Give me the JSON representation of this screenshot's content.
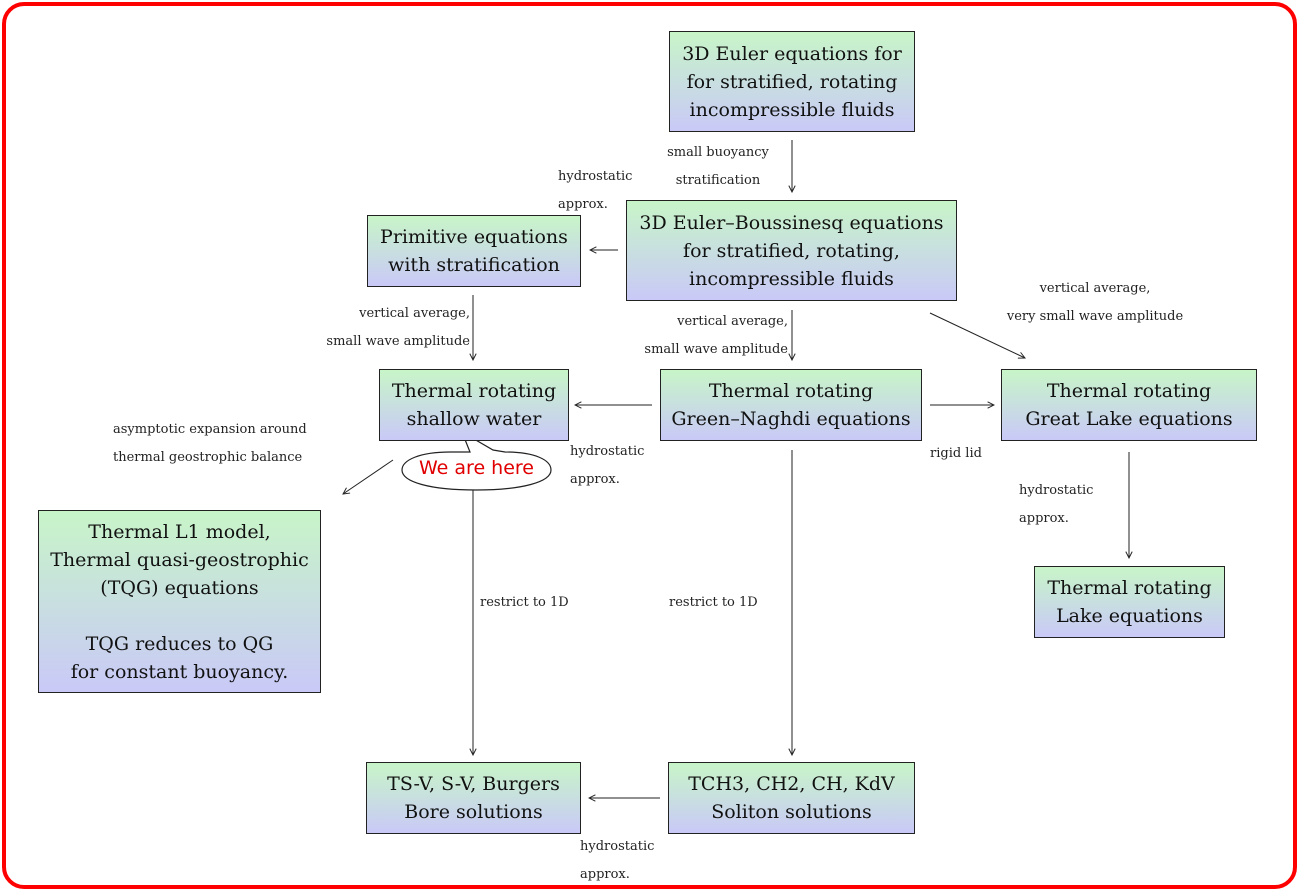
{
  "accent_color": "#ff0000",
  "node_gradient": [
    "#c8f5c8",
    "#c9c9f7"
  ],
  "nodes": {
    "euler3d": "3D Euler equations for\nfor stratified, rotating\nincompressible fluids",
    "boussinesq": "3D Euler–Boussinesq equations\nfor stratified, rotating,\nincompressible fluids",
    "primitive": "Primitive equations\nwith stratification",
    "tsw": "Thermal rotating\nshallow water",
    "tgn": "Thermal rotating\nGreen–Naghdi equations",
    "tgl": "Thermal rotating\nGreat Lake equations",
    "tl1": "Thermal L1 model,\nThermal quasi-geostrophic\n(TQG) equations\n\nTQG reduces to QG\nfor constant buoyancy.",
    "tle": "Thermal rotating\nLake equations",
    "bore": "TS-V, S-V, Burgers\nBore solutions",
    "soliton": "TCH3, CH2, CH, KdV\nSoliton solutions"
  },
  "edge_labels": {
    "small_buoyancy": "small buoyancy\nstratification",
    "hydrostatic_top": "hydrostatic\napprox.",
    "vert_avg_left": "vertical average,\nsmall wave amplitude",
    "vert_avg_mid": "vertical average,\nsmall wave amplitude",
    "vert_avg_right": "vertical average,\nvery small wave amplitude",
    "asymptotic": "asymptotic expansion around\nthermal geostrophic balance",
    "hydrostatic_mid": "hydrostatic\napprox.",
    "rigid_lid": "rigid lid",
    "hydrostatic_right": "hydrostatic\napprox.",
    "restrict_left": "restrict to 1D",
    "restrict_mid": "restrict to 1D",
    "hydrostatic_bottom": "hydrostatic\napprox."
  },
  "callout": {
    "text": "We are here"
  }
}
